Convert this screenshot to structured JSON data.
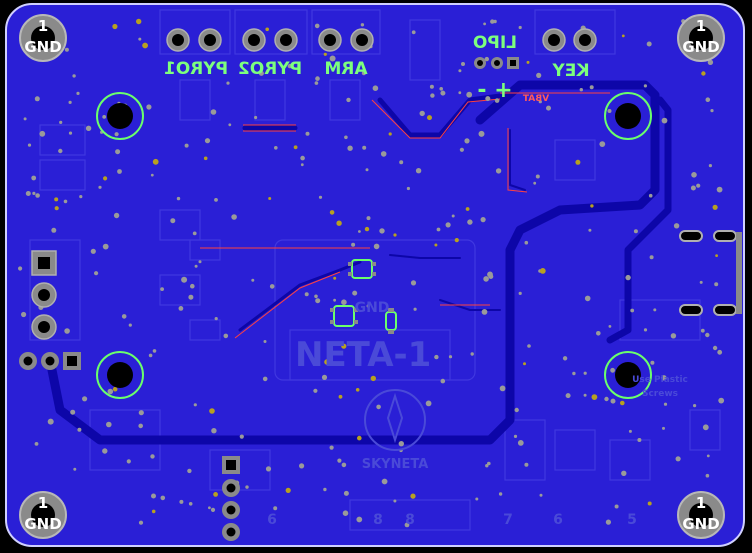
{
  "board": {
    "title": "NETA-1",
    "logo_text": "SKYNETA",
    "center_label": "GND",
    "screw_note_line1": "Use Plastic",
    "screw_note_line2": "Screws"
  },
  "corner_pads": [
    {
      "num": "1",
      "label": "GND"
    },
    {
      "num": "1",
      "label": "GND"
    },
    {
      "num": "1",
      "label": "GND"
    },
    {
      "num": "1",
      "label": "GND"
    }
  ],
  "connectors": {
    "pyro1": "PYRO1",
    "pyro2": "PYRO2",
    "arm": "ARM",
    "lipo": "LIPO",
    "lipo_polarity": "+ -",
    "key": "KEY",
    "vbat": "VBAT"
  },
  "bottom_numbers": [
    "6",
    "8",
    "8",
    "7",
    "6",
    "5"
  ],
  "colors": {
    "board": "#2a1fd6",
    "copper_trace": "#0d06a8",
    "silkscreen": "#7dff7d",
    "edge": "#c8c8ff",
    "red_layer": "#ff4040"
  }
}
